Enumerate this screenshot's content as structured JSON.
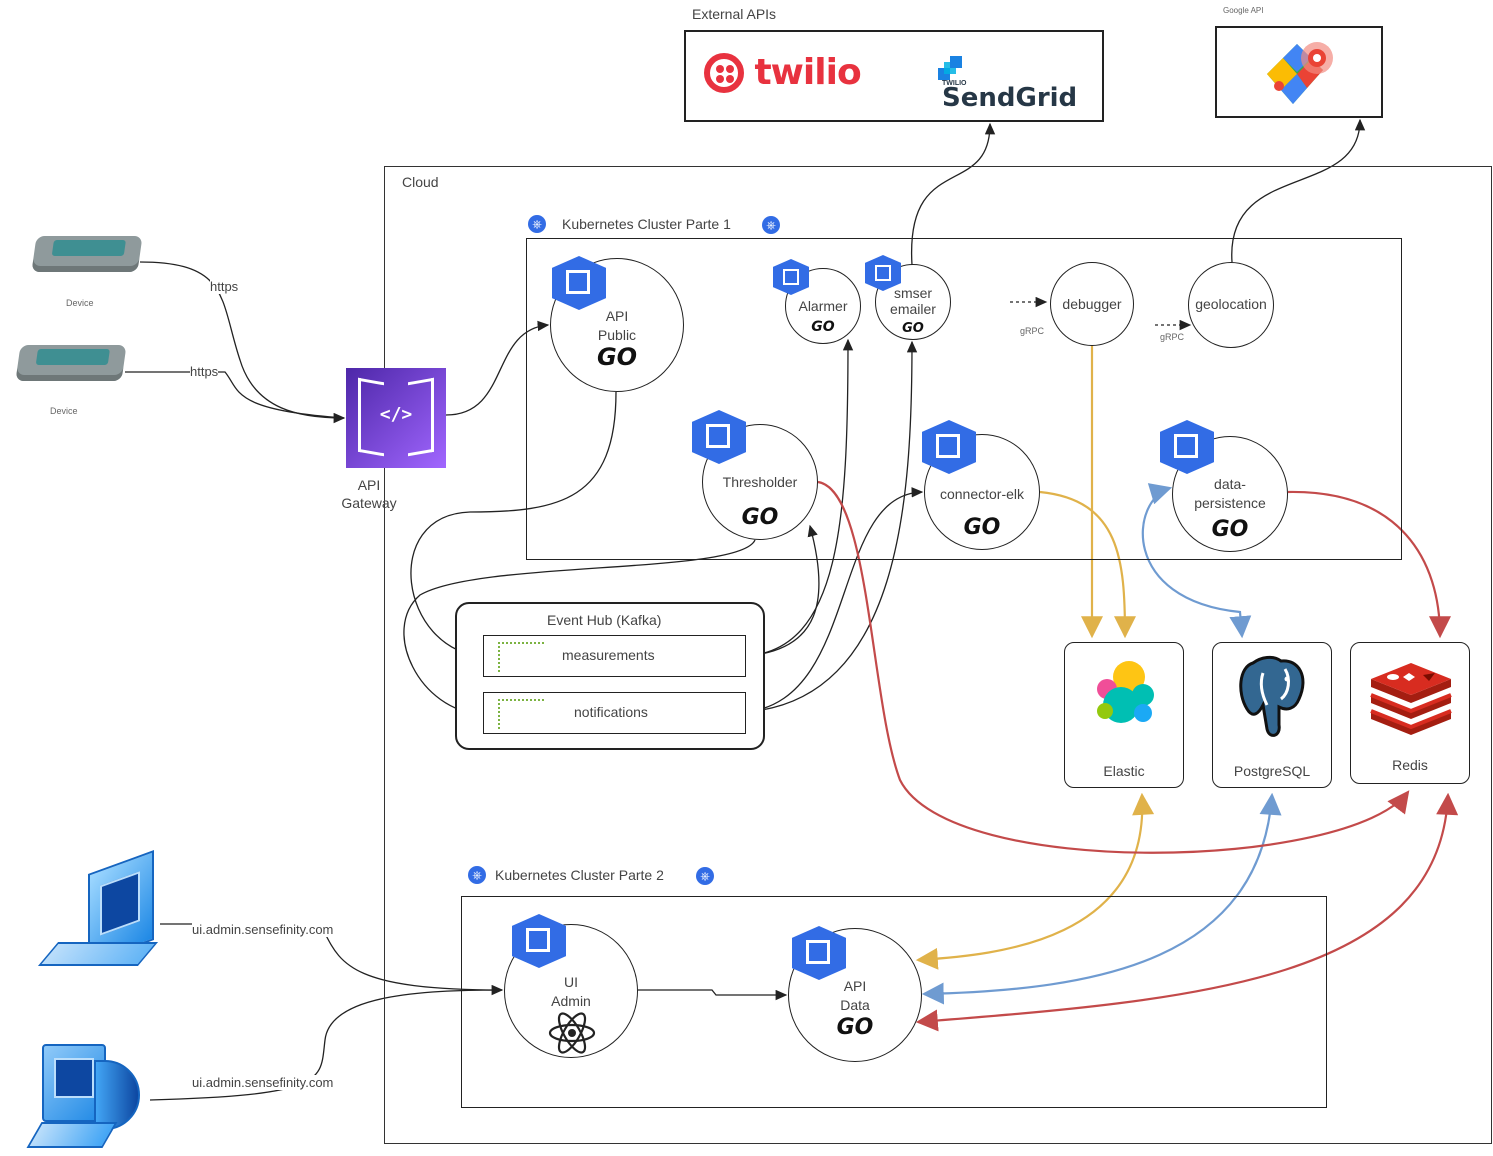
{
  "external_apis": {
    "title": "External APIs",
    "twilio": "twilio",
    "sendgrid_small": "TWILIO",
    "sendgrid": "SendGrid"
  },
  "google_api": {
    "title": "Google API"
  },
  "cloud": {
    "title": "Cloud"
  },
  "cluster1": {
    "title": "Kubernetes Cluster Parte 1"
  },
  "cluster2": {
    "title": "Kubernetes Cluster Parte 2"
  },
  "devices": [
    {
      "label": "Device",
      "protocol": "https"
    },
    {
      "label": "Device",
      "protocol": "https"
    }
  ],
  "gateway": {
    "label": "API\nGateway"
  },
  "services": {
    "api_public": "API\nPublic",
    "alarmer": "Alarmer",
    "smser": "smser\nemailer",
    "debugger": "debugger",
    "geolocation": "geolocation",
    "thresholder": "Thresholder",
    "connector_elk": "connector-elk",
    "data_persistence": "data-\npersistence",
    "ui_admin": "UI\nAdmin",
    "api_data": "API\nData"
  },
  "grpc": [
    "gRPC",
    "gRPC"
  ],
  "go_logo": "GO",
  "event_hub": {
    "title": "Event Hub (Kafka)",
    "topics": [
      "measurements",
      "notifications"
    ]
  },
  "databases": [
    "Elastic",
    "PostgreSQL",
    "Redis"
  ],
  "clients": [
    {
      "url": "ui.admin.sensefinity.com"
    },
    {
      "url": "ui.admin.sensefinity.com"
    }
  ],
  "colors": {
    "gold": "#e0b24a",
    "blue": "#6f9bd1",
    "red": "#c34a4a",
    "k8s": "#326ce5",
    "gateway": "#8c3ad6"
  }
}
